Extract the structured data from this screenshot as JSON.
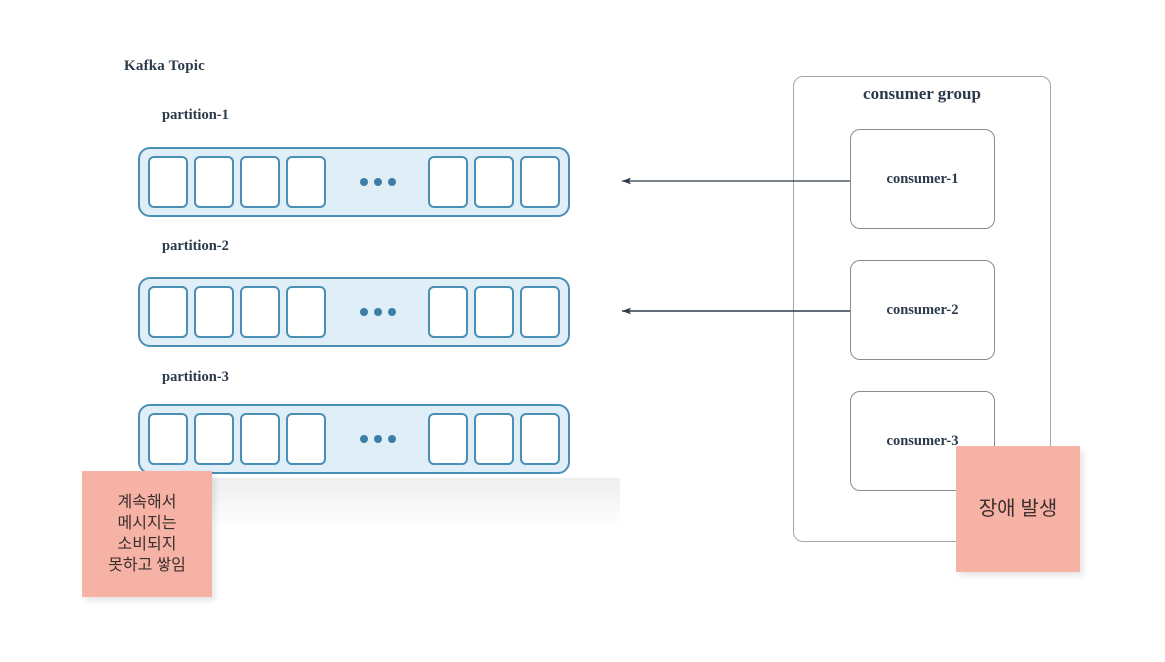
{
  "diagram": {
    "topic": {
      "title": "Kafka Topic",
      "partitions": [
        {
          "label": "partition-1",
          "boxes_before": 4,
          "ellipsis": "•••",
          "boxes_after": 3
        },
        {
          "label": "partition-2",
          "boxes_before": 4,
          "ellipsis": "•••",
          "boxes_after": 3
        },
        {
          "label": "partition-3",
          "boxes_before": 4,
          "ellipsis": "•••",
          "boxes_after": 3
        }
      ]
    },
    "consumer_group": {
      "title": "consumer group",
      "consumers": [
        {
          "label": "consumer-1",
          "connected": true
        },
        {
          "label": "consumer-2",
          "connected": true
        },
        {
          "label": "consumer-3",
          "connected": false
        }
      ]
    },
    "notes": [
      {
        "name": "backlog-note",
        "lines": [
          "계속해서",
          "메시지는",
          "소비되지",
          "못하고 쌓임"
        ]
      },
      {
        "name": "failure-note",
        "lines": [
          "장애 발생"
        ]
      }
    ],
    "colors": {
      "partition_fill": "#dfeef7",
      "partition_border": "#4a8fb5",
      "message_fill": "#ffffff",
      "dot": "#3d7ea8",
      "group_border": "#a6a6a6",
      "consumer_border": "#8c8c8c",
      "sticky": "#f7b2a6",
      "text": "#2b3a4a",
      "arrow": "#2e3a48"
    }
  }
}
